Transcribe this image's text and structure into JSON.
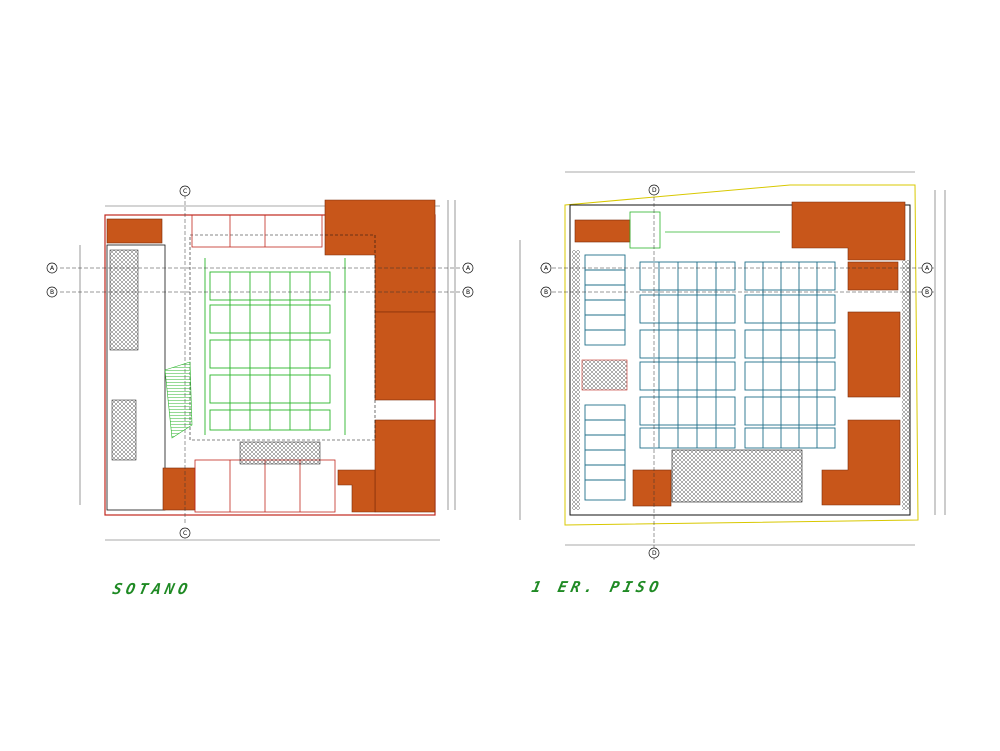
{
  "colors": {
    "title_green": "#1f8a24",
    "block_orange": "#c8561a",
    "wall_red": "#c0281e",
    "grid_green": "#2bb52b",
    "stall_teal": "#1f6f8a",
    "line_black": "#111111",
    "dim_gray": "#555555"
  },
  "plans": [
    {
      "title": "SOTANO",
      "axes": {
        "rows": [
          "A",
          "B"
        ],
        "columns": [
          "C"
        ]
      }
    },
    {
      "title": "1 ER.  PISO",
      "axes": {
        "rows": [
          "A",
          "B"
        ],
        "columns": [
          "D"
        ]
      }
    }
  ]
}
